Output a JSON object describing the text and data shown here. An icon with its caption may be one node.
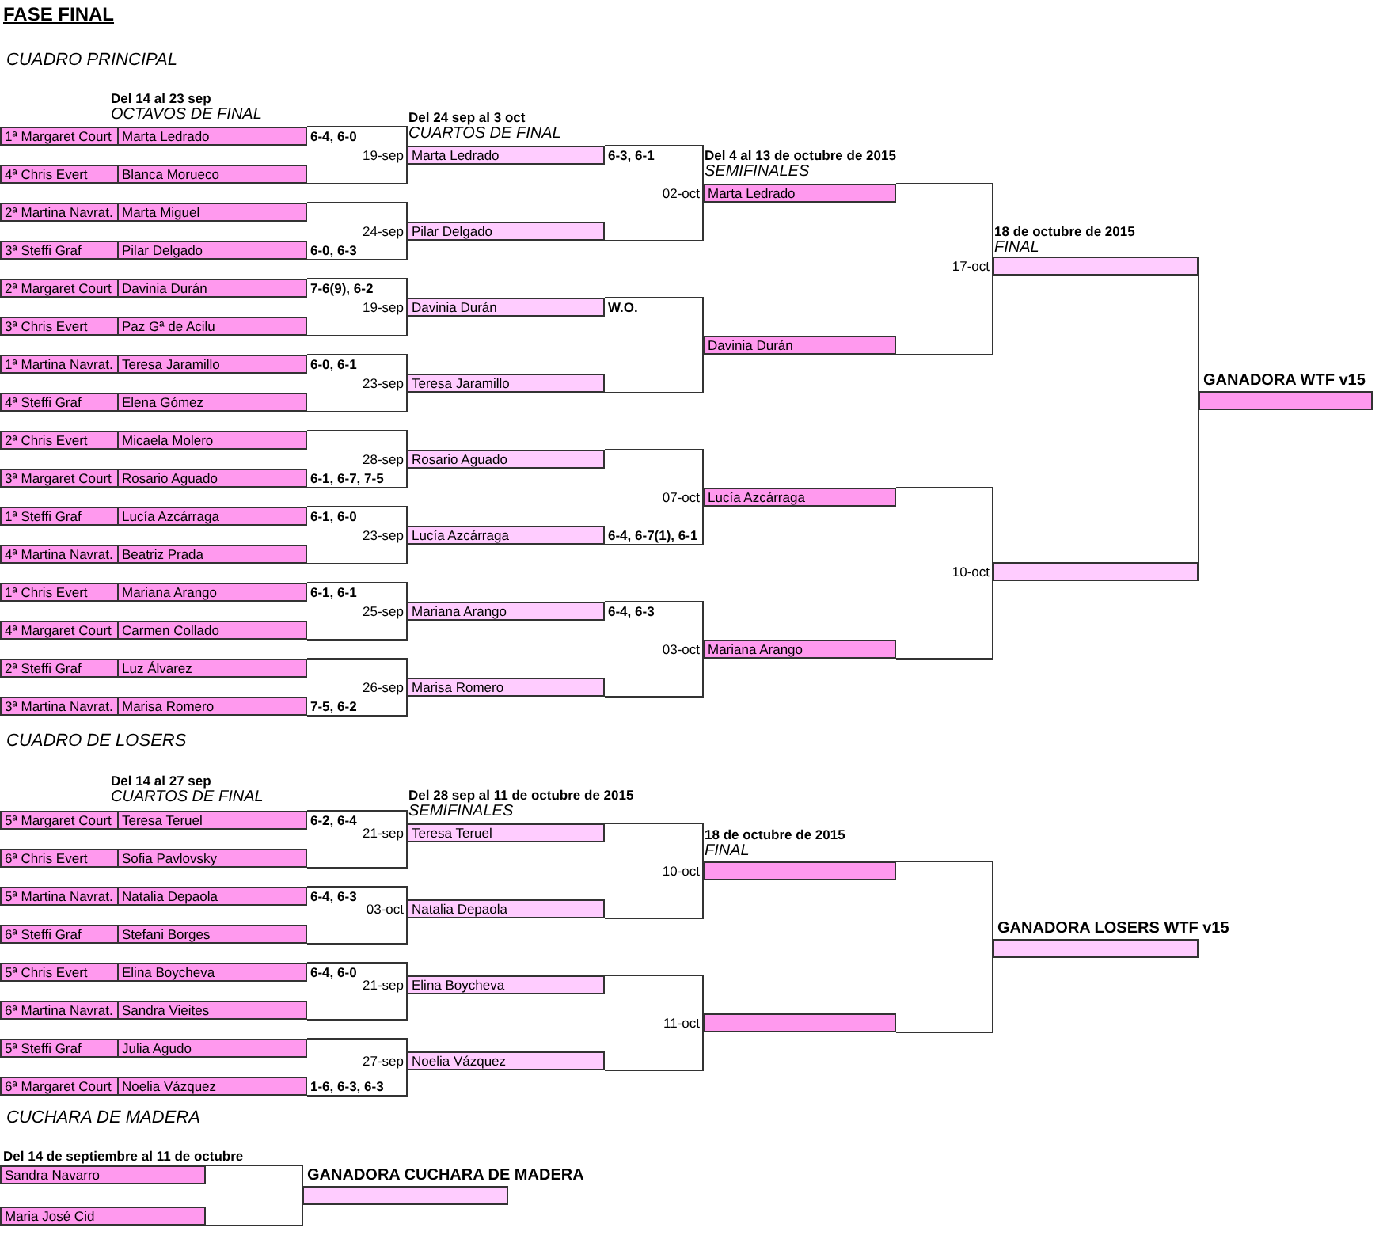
{
  "diagram": {
    "title": "FASE FINAL",
    "nodes": [
      {
        "text": [
          "1ª Margaret Court",
          "Marta Ledrado"
        ],
        "beside": [
          "6-4, 6-0"
        ]
      },
      {
        "text": [
          "4ª Chris Evert",
          "Blanca Morueco"
        ]
      },
      {
        "text": [
          "2ª Martina Navrat.",
          "Marta Miguel"
        ]
      },
      {
        "text": [
          "3ª Steffi Graf",
          "Pilar Delgado"
        ],
        "beside": [
          "6-0, 6-3"
        ]
      },
      {
        "text": [
          "2ª Margaret Court",
          "Davinia Durán"
        ],
        "beside": [
          "7-6(9), 6-2"
        ]
      },
      {
        "text": [
          "3ª Chris Evert",
          "Paz Gª de Acilu"
        ]
      },
      {
        "text": [
          "1ª Martina Navrat.",
          "Teresa Jaramillo"
        ],
        "beside": [
          "6-0, 6-1"
        ]
      },
      {
        "text": [
          "4ª Steffi Graf",
          "Elena Gómez"
        ]
      },
      {
        "text": [
          "2ª Chris Evert",
          "Micaela Molero"
        ]
      },
      {
        "text": [
          "3ª Margaret Court",
          "Rosario Aguado"
        ],
        "beside": [
          "6-1, 6-7, 7-5"
        ]
      },
      {
        "text": [
          "1ª Steffi Graf",
          "Lucía Azcárraga"
        ],
        "beside": [
          "6-1, 6-0"
        ]
      },
      {
        "text": [
          "4ª Martina Navrat.",
          "Beatriz Prada"
        ]
      },
      {
        "text": [
          "1ª Chris Evert",
          "Mariana Arango"
        ],
        "beside": [
          "6-1, 6-1"
        ]
      },
      {
        "text": [
          "4ª Margaret Court",
          "Carmen Collado"
        ]
      },
      {
        "text": [
          "2ª Steffi Graf",
          "Luz Álvarez"
        ]
      },
      {
        "text": [
          "3ª Martina Navrat.",
          "Marisa Romero"
        ],
        "beside": [
          "7-5, 6-2"
        ]
      },
      {
        "text": [
          "Marta Ledrado"
        ],
        "beside": [
          "19-sep",
          "6-3, 6-1"
        ]
      },
      {
        "text": [
          "Pilar Delgado"
        ],
        "beside": [
          "24-sep"
        ]
      },
      {
        "text": [
          "Davinia Durán"
        ],
        "beside": [
          "19-sep",
          "W.O."
        ]
      },
      {
        "text": [
          "Teresa Jaramillo"
        ],
        "beside": [
          "23-sep"
        ]
      },
      {
        "text": [
          "Rosario Aguado"
        ],
        "beside": [
          "28-sep"
        ]
      },
      {
        "text": [
          "Lucía Azcárraga"
        ],
        "beside": [
          "23-sep",
          "6-4, 6-7(1), 6-1"
        ]
      },
      {
        "text": [
          "Mariana Arango"
        ],
        "beside": [
          "25-sep",
          "6-4, 6-3"
        ]
      },
      {
        "text": [
          "Marisa Romero"
        ],
        "beside": [
          "26-sep"
        ]
      },
      {
        "text": [
          "Marta Ledrado"
        ],
        "beside": [
          "02-oct"
        ]
      },
      {
        "text": [
          "Davinia Durán"
        ]
      },
      {
        "text": [
          "Lucía Azcárraga"
        ],
        "beside": [
          "07-oct"
        ]
      },
      {
        "text": [
          "Mariana Arango"
        ],
        "beside": [
          "03-oct"
        ]
      },
      {
        "text": [],
        "shape": "bar",
        "beside": [
          "17-oct"
        ]
      },
      {
        "text": [],
        "shape": "bar",
        "beside": [
          "10-oct"
        ]
      },
      {
        "text": [
          "GANADORA WTF v15"
        ]
      },
      {
        "text": [
          "5ª Margaret Court",
          "Teresa Teruel"
        ],
        "beside": [
          "6-2, 6-4"
        ]
      },
      {
        "text": [
          "6ª Chris Evert",
          "Sofia Pavlovsky"
        ]
      },
      {
        "text": [
          "5ª Martina Navrat.",
          "Natalia Depaola"
        ],
        "beside": [
          "6-4, 6-3"
        ]
      },
      {
        "text": [
          "6ª Steffi Graf",
          "Stefani Borges"
        ]
      },
      {
        "text": [
          "5ª Chris Evert",
          "Elina Boycheva"
        ],
        "beside": [
          "6-4, 6-0"
        ]
      },
      {
        "text": [
          "6ª Martina Navrat.",
          "Sandra Vieites"
        ]
      },
      {
        "text": [
          "5ª Steffi Graf",
          "Julia Agudo"
        ]
      },
      {
        "text": [
          "6ª Margaret Court",
          "Noelia Vázquez"
        ],
        "beside": [
          "1-6, 6-3, 6-3"
        ]
      },
      {
        "text": [
          "Teresa Teruel"
        ],
        "beside": [
          "21-sep"
        ]
      },
      {
        "text": [
          "Natalia Depaola"
        ],
        "beside": [
          "03-oct"
        ]
      },
      {
        "text": [
          "Elina Boycheva"
        ],
        "beside": [
          "21-sep"
        ]
      },
      {
        "text": [
          "Noelia Vázquez"
        ],
        "beside": [
          "27-sep"
        ]
      },
      {
        "text": [],
        "shape": "bar",
        "beside": [
          "10-oct"
        ]
      },
      {
        "text": [],
        "shape": "bar",
        "beside": [
          "11-oct"
        ]
      },
      {
        "text": [
          "GANADORA LOSERS WTF v15"
        ]
      },
      {
        "text": [
          "Sandra Navarro"
        ]
      },
      {
        "text": [
          "Maria José Cid"
        ]
      },
      {
        "text": [
          "GANADORA CUCHARA DE MADERA"
        ]
      }
    ],
    "edges": [
      {
        "from": 0,
        "to": 16,
        "arrow": "none"
      },
      {
        "from": 1,
        "to": 16,
        "arrow": "none"
      },
      {
        "from": 2,
        "to": 17,
        "arrow": "none"
      },
      {
        "from": 3,
        "to": 17,
        "arrow": "none"
      },
      {
        "from": 4,
        "to": 18,
        "arrow": "none"
      },
      {
        "from": 5,
        "to": 18,
        "arrow": "none"
      },
      {
        "from": 6,
        "to": 19,
        "arrow": "none"
      },
      {
        "from": 7,
        "to": 19,
        "arrow": "none"
      },
      {
        "from": 8,
        "to": 20,
        "arrow": "none"
      },
      {
        "from": 9,
        "to": 20,
        "arrow": "none"
      },
      {
        "from": 10,
        "to": 21,
        "arrow": "none"
      },
      {
        "from": 11,
        "to": 21,
        "arrow": "none"
      },
      {
        "from": 12,
        "to": 22,
        "arrow": "none"
      },
      {
        "from": 13,
        "to": 22,
        "arrow": "none"
      },
      {
        "from": 14,
        "to": 23,
        "arrow": "none"
      },
      {
        "from": 15,
        "to": 23,
        "arrow": "none"
      },
      {
        "from": 16,
        "to": 24,
        "arrow": "none"
      },
      {
        "from": 17,
        "to": 24,
        "arrow": "none"
      },
      {
        "from": 18,
        "to": 25,
        "arrow": "none"
      },
      {
        "from": 19,
        "to": 25,
        "arrow": "none"
      },
      {
        "from": 20,
        "to": 26,
        "arrow": "none"
      },
      {
        "from": 21,
        "to": 26,
        "arrow": "none"
      },
      {
        "from": 22,
        "to": 27,
        "arrow": "none"
      },
      {
        "from": 23,
        "to": 27,
        "arrow": "none"
      },
      {
        "from": 24,
        "to": 28,
        "arrow": "none"
      },
      {
        "from": 25,
        "to": 28,
        "arrow": "none"
      },
      {
        "from": 26,
        "to": 29,
        "arrow": "none"
      },
      {
        "from": 27,
        "to": 29,
        "arrow": "none"
      },
      {
        "from": 28,
        "to": 30,
        "arrow": "none"
      },
      {
        "from": 29,
        "to": 30,
        "arrow": "none"
      },
      {
        "from": 31,
        "to": 39,
        "arrow": "none"
      },
      {
        "from": 32,
        "to": 39,
        "arrow": "none"
      },
      {
        "from": 33,
        "to": 40,
        "arrow": "none"
      },
      {
        "from": 34,
        "to": 40,
        "arrow": "none"
      },
      {
        "from": 35,
        "to": 41,
        "arrow": "none"
      },
      {
        "from": 36,
        "to": 41,
        "arrow": "none"
      },
      {
        "from": 37,
        "to": 42,
        "arrow": "none"
      },
      {
        "from": 38,
        "to": 42,
        "arrow": "none"
      },
      {
        "from": 39,
        "to": 43,
        "arrow": "none"
      },
      {
        "from": 40,
        "to": 43,
        "arrow": "none"
      },
      {
        "from": 41,
        "to": 44,
        "arrow": "none"
      },
      {
        "from": 42,
        "to": 44,
        "arrow": "none"
      },
      {
        "from": 43,
        "to": 45,
        "arrow": "none"
      },
      {
        "from": 44,
        "to": 45,
        "arrow": "none"
      },
      {
        "from": 46,
        "to": 48,
        "arrow": "none"
      },
      {
        "from": 47,
        "to": 48,
        "arrow": "none"
      }
    ],
    "labels": [
      "CUADRO PRINCIPAL",
      "Del 14 al 23 sep",
      "OCTAVOS DE FINAL",
      "Del 24 sep al 3 oct",
      "CUARTOS DE FINAL",
      "Del 4 al 13 de octubre de 2015",
      "SEMIFINALES",
      "18 de octubre de 2015",
      "FINAL",
      "CUADRO DE LOSERS",
      "Del 14 al 27 sep",
      "CUARTOS DE FINAL",
      "Del 28 sep al 11 de octubre de 2015",
      "SEMIFINALES",
      "18 de octubre de 2015",
      "FINAL",
      "CUCHARA DE MADERA",
      "Del 14 de septiembre al 11 de octubre"
    ]
  }
}
